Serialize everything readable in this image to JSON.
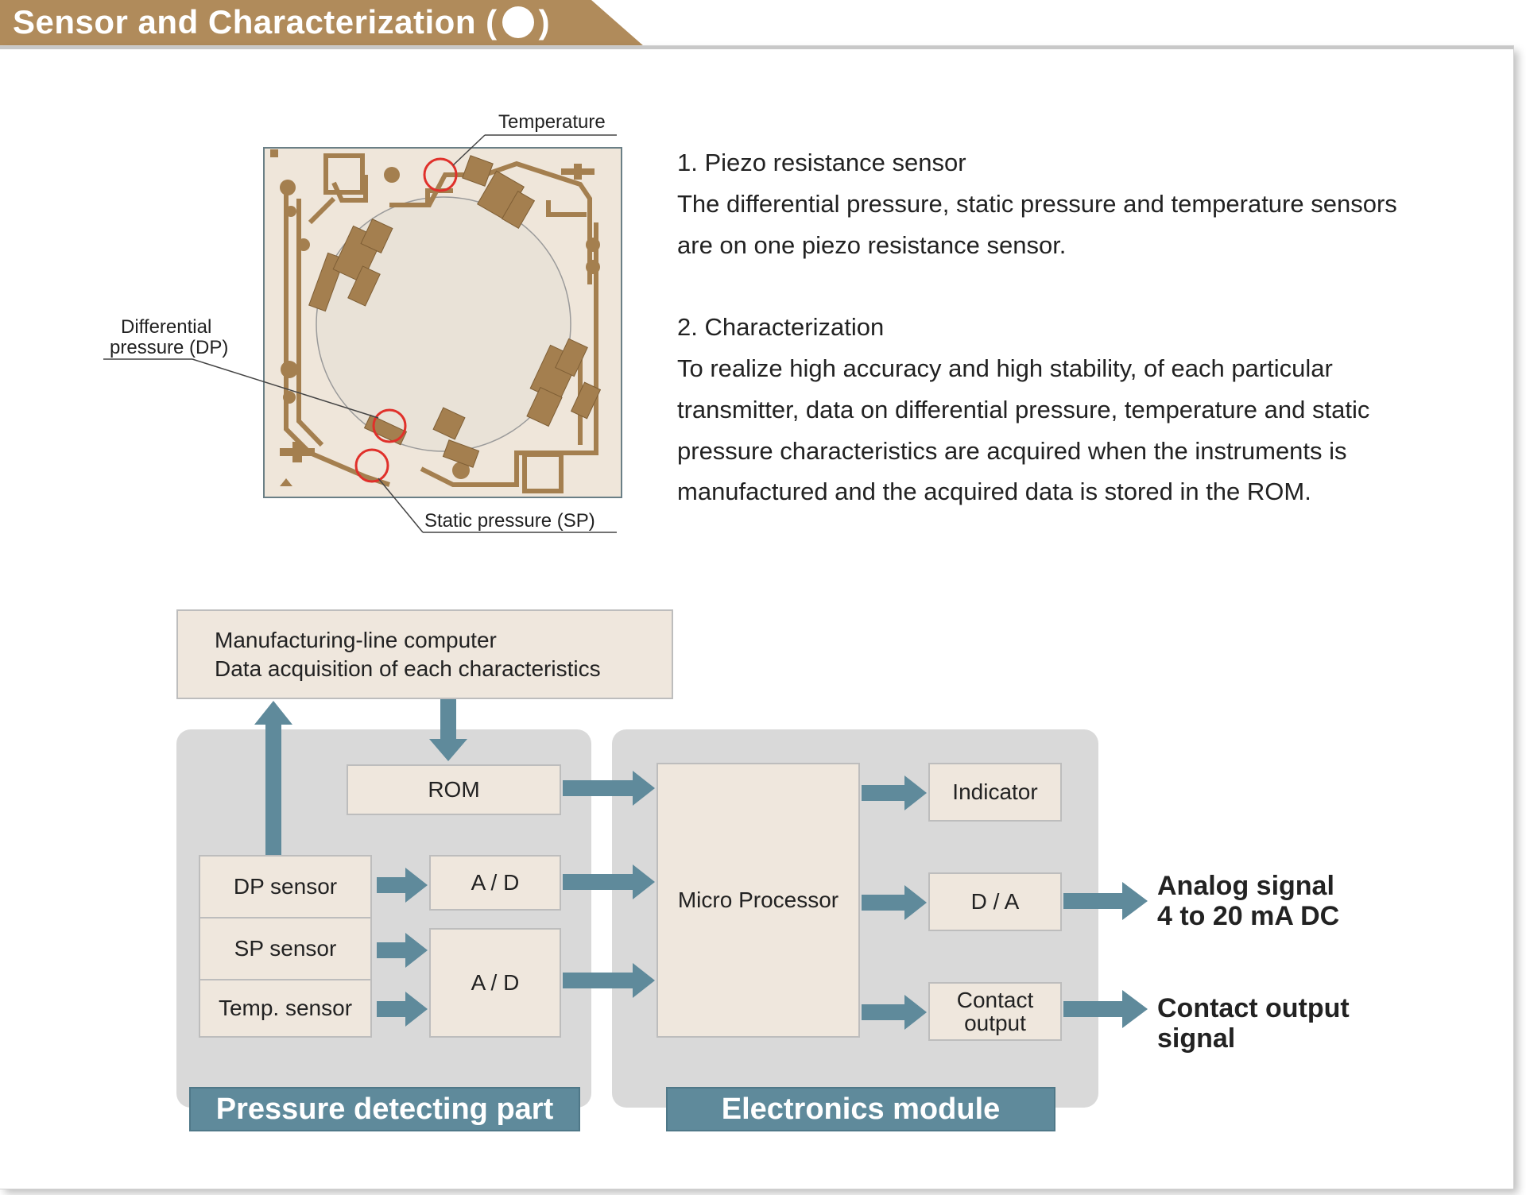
{
  "header": {
    "title_before": "Sensor and Characterization (",
    "title_after": ")"
  },
  "chip_labels": {
    "temperature": "Temperature",
    "differential_line1": "Differential",
    "differential_line2": "pressure (DP)",
    "static": "Static pressure (SP)"
  },
  "description": {
    "item1_heading": "1. Piezo resistance sensor",
    "item1_line1": "The differential pressure, static pressure and temperature sensors",
    "item1_line2": "are on one piezo resistance sensor.",
    "item2_heading": "2. Characterization",
    "item2_line1": "To realize high accuracy and high stability, of each particular",
    "item2_line2": "transmitter, data on differential pressure, temperature and static",
    "item2_line3": "pressure characteristics are acquired when the instruments is",
    "item2_line4": "manufactured and the acquired data is stored in the ROM."
  },
  "diagram": {
    "computer_line1": "Manufacturing-line computer",
    "computer_line2": "Data acquisition of each characteristics",
    "rom": "ROM",
    "dp_sensor": "DP sensor",
    "sp_sensor": "SP sensor",
    "temp_sensor": "Temp. sensor",
    "ad_top": "A / D",
    "ad_bottom": "A / D",
    "micro_processor": "Micro Processor",
    "indicator": "Indicator",
    "da": "D / A",
    "contact_line1": "Contact",
    "contact_line2": "output",
    "pressure_part": "Pressure detecting part",
    "electronics_module": "Electronics module",
    "analog_line1": "Analog signal",
    "analog_line2": "4 to 20 mA DC",
    "contact_signal_line1": "Contact output",
    "contact_signal_line2": "signal"
  },
  "colors": {
    "header_brown": "#b08b5b",
    "chip_trace": "#a47f4f",
    "chip_bg": "#efe6da",
    "arrow_teal": "#5f8a9b",
    "panel_gray": "#d9d9d9",
    "box_beige": "#efe7dd",
    "highlight_red": "#e0302a"
  }
}
